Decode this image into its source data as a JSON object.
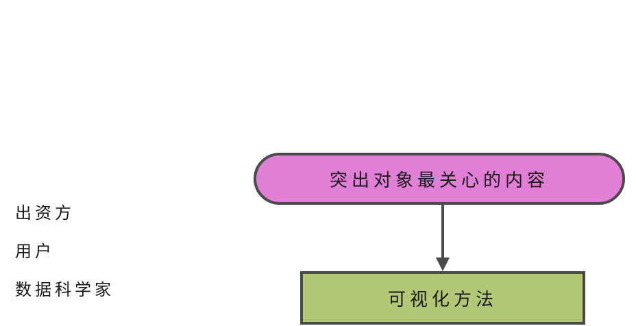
{
  "audiences": [
    {
      "label": "出资方"
    },
    {
      "label": "用户"
    },
    {
      "label": "数据科学家"
    }
  ],
  "flow": {
    "top_node": {
      "label": "突出对象最关心的内容",
      "color": "#e17fd6"
    },
    "bottom_node": {
      "label": "可视化方法",
      "color": "#b3c877"
    },
    "border_color": "#4a4a4a"
  }
}
